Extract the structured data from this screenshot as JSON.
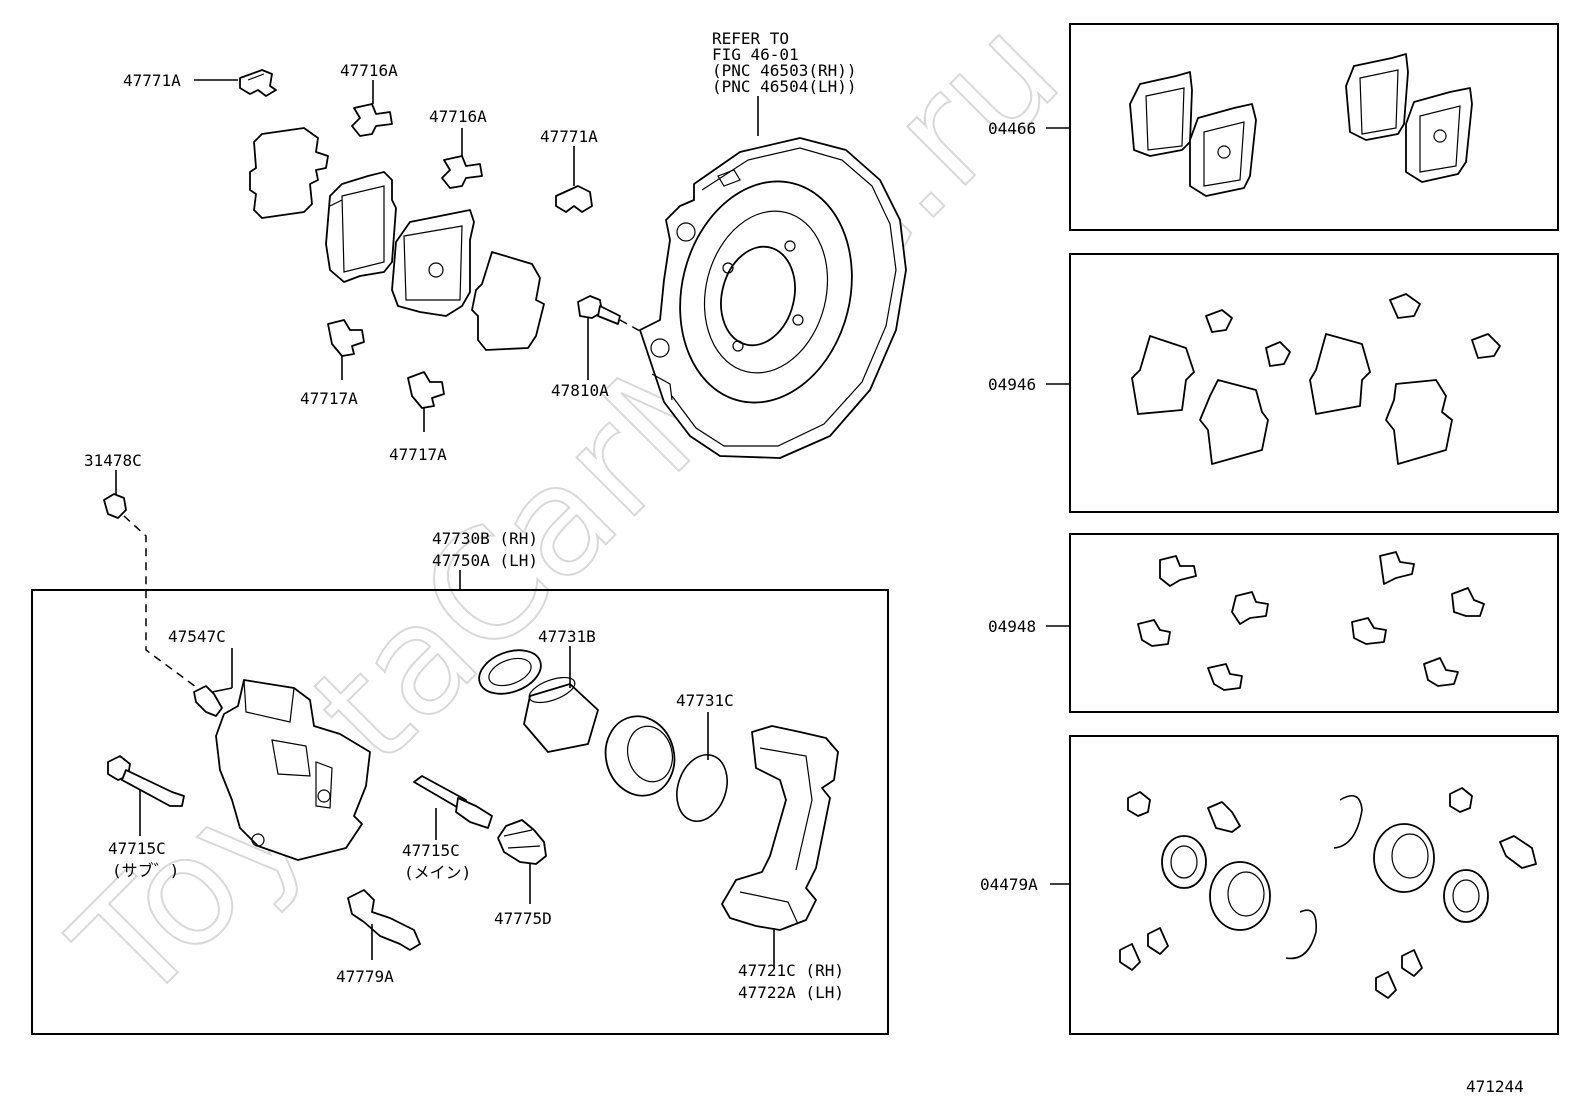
{
  "watermark": "ToyotaCarMine.ru",
  "labels": {
    "p47771A_1": "47771A",
    "p47716A_1": "47716A",
    "p47716A_2": "47716A",
    "p47771A_2": "47771A",
    "p47717A_1": "47717A",
    "p47717A_2": "47717A",
    "p47810A": "47810A",
    "p31478C": "31478C",
    "p47547C": "47547C",
    "p47731B": "47731B",
    "p47731C": "47731C",
    "p47715C_sub": "47715C",
    "p47715C_sub_note": "(サブ゛)",
    "p47715C_main": "47715C",
    "p47715C_main_note": "(メイン)",
    "p47775D": "47775D",
    "p47779A": "47779A",
    "p04466": "04466",
    "p04946": "04946",
    "p04948": "04948",
    "p04479A": "04479A",
    "figure_number": "471244"
  },
  "refer_note": {
    "line1": "REFER TO",
    "line2": "FIG 46-01",
    "line3": "(PNC 46503(RH))",
    "line4": "(PNC 46504(LH))"
  },
  "caliper_assembly": {
    "line1": "47730B (RH)",
    "line2": "47750A (LH)"
  },
  "mounting": {
    "line1": "47721C (RH)",
    "line2": "47722A (LH)"
  }
}
